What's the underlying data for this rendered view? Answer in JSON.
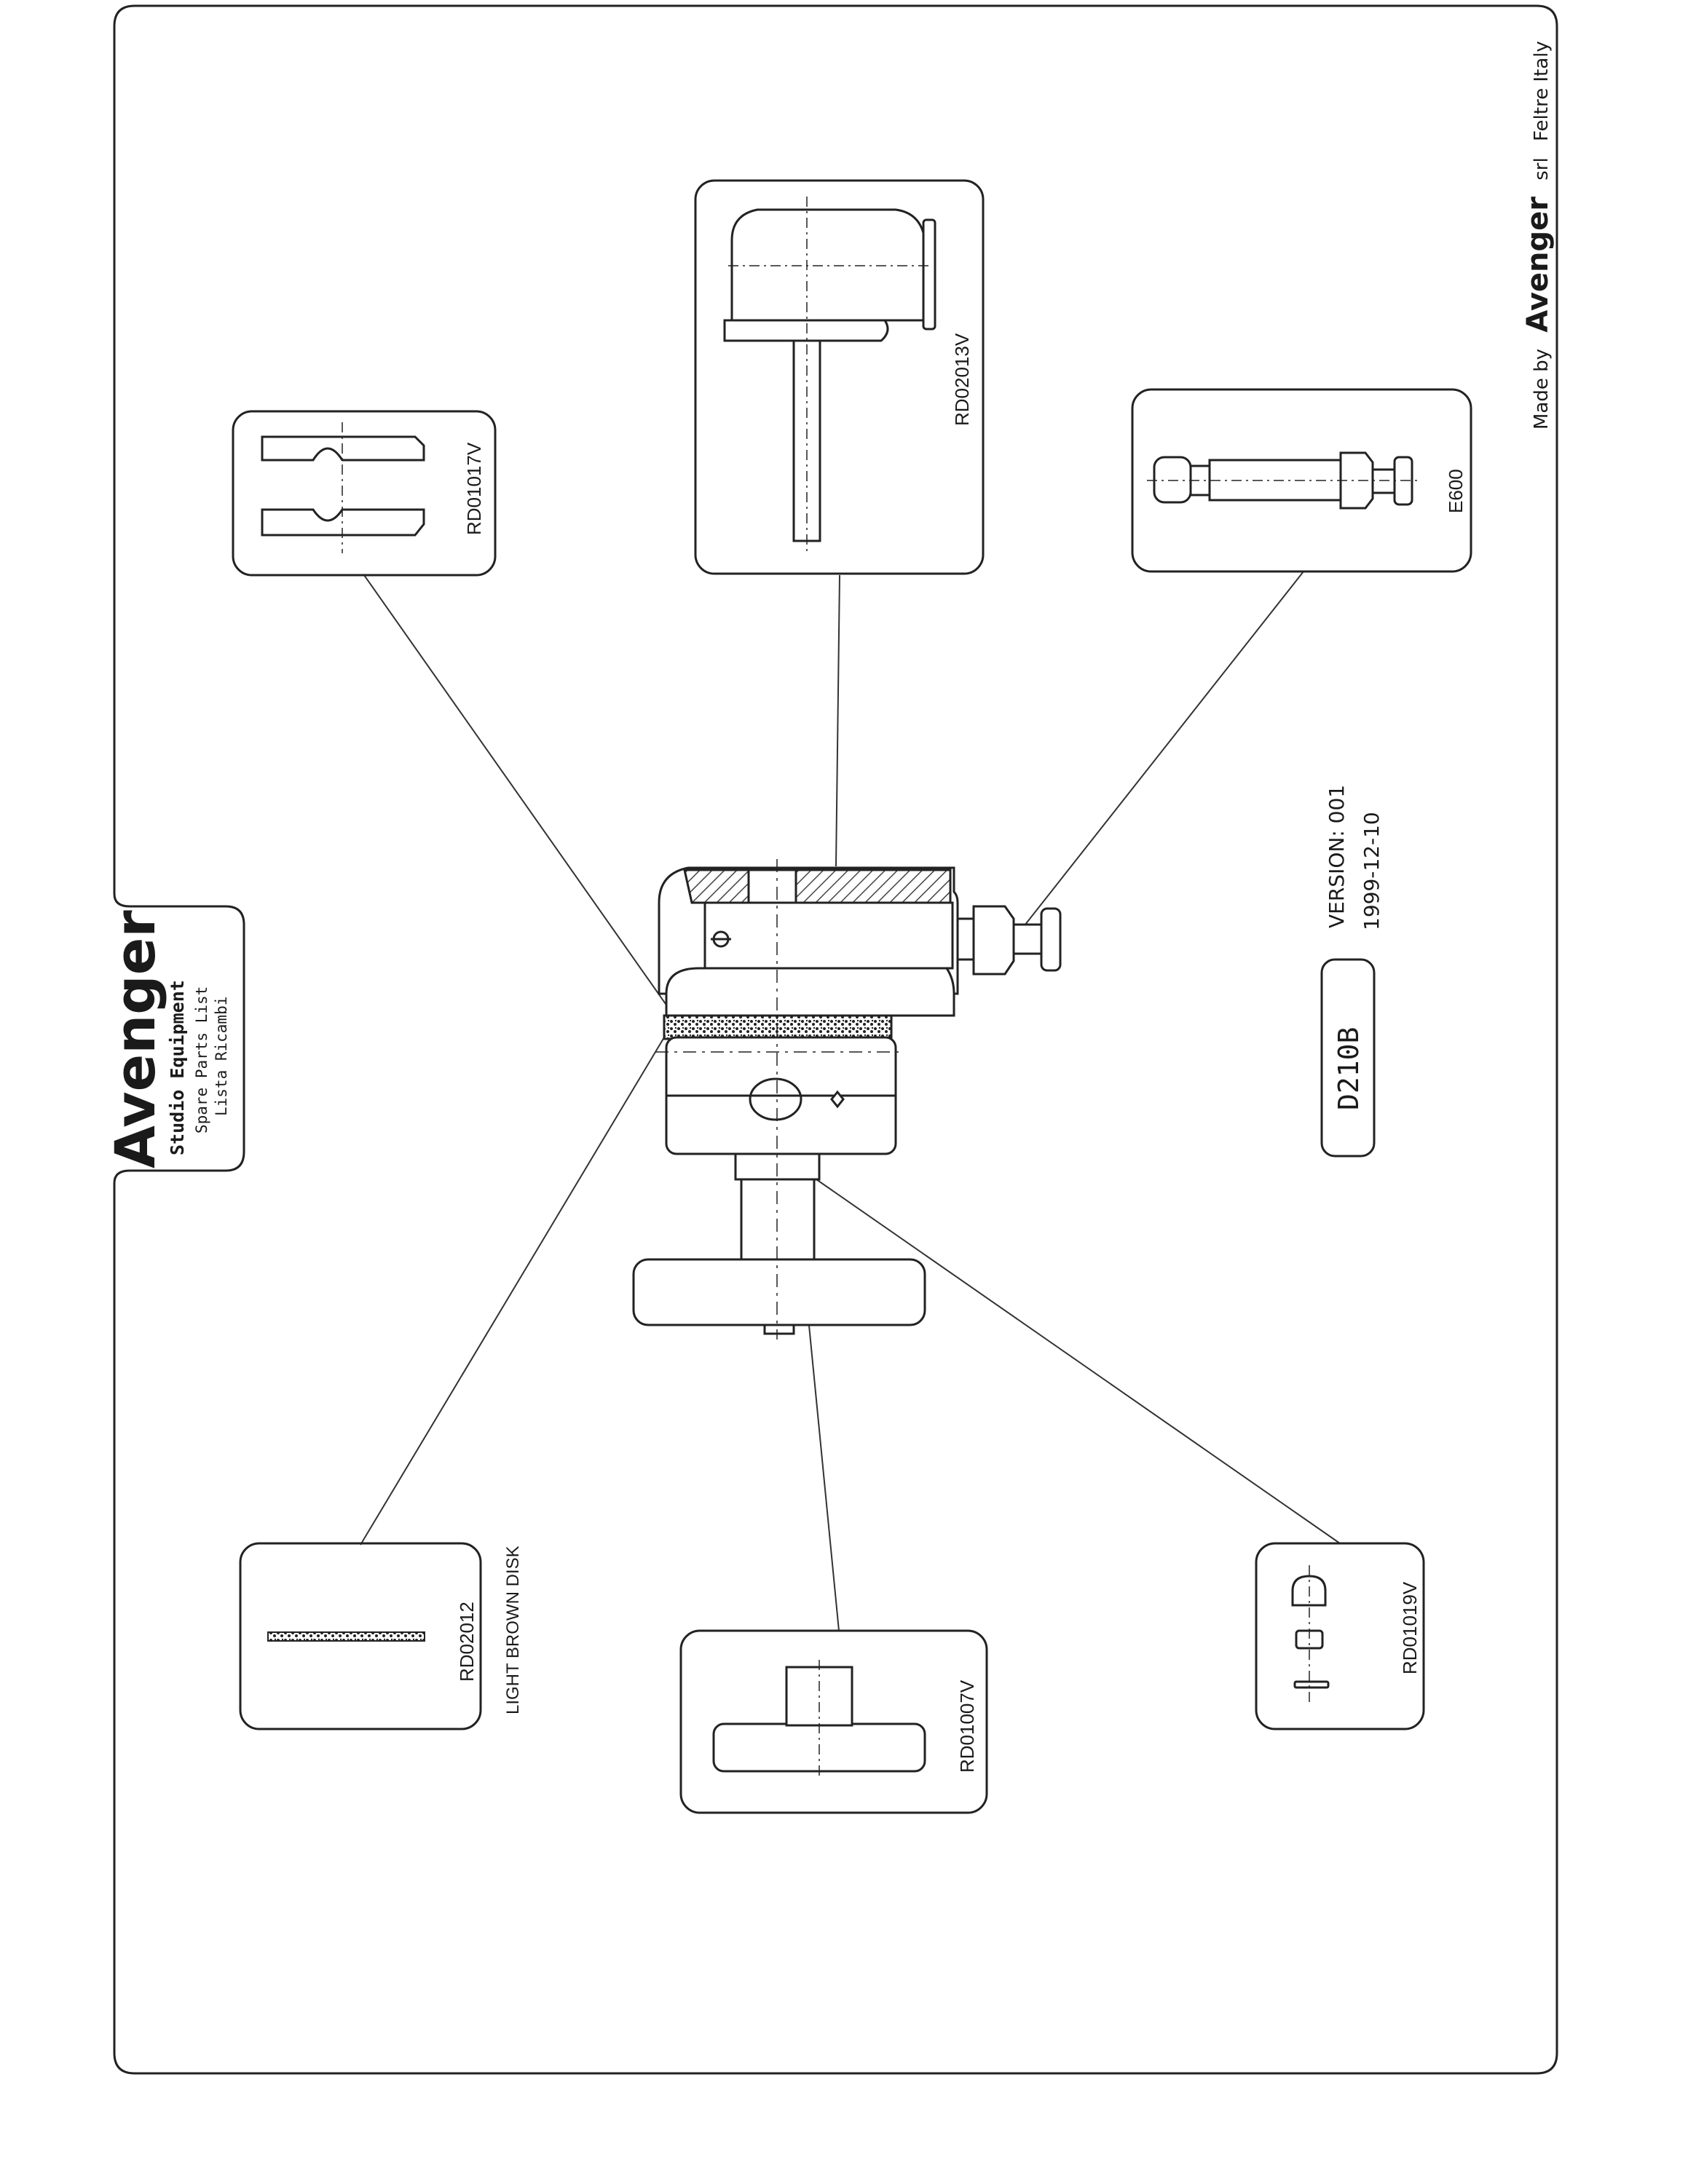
{
  "header": {
    "brand": "Avenger",
    "subtitle": "Studio Equipment",
    "line1": "Spare Parts List",
    "line2": "Lista Ricambi"
  },
  "model": {
    "code": "D210B",
    "version": "VERSION: 001",
    "date": "1999-12-10"
  },
  "footer": {
    "made_by": "Made by",
    "brand": "Avenger",
    "srl": "srl",
    "location": "Feltre Italy"
  },
  "parts": [
    {
      "code": "RD01017V",
      "description": ""
    },
    {
      "code": "RD02013V",
      "description": ""
    },
    {
      "code": "E600",
      "description": ""
    },
    {
      "code": "RD02012",
      "description": "LIGHT BROWN DISK"
    },
    {
      "code": "RD01007V",
      "description": ""
    },
    {
      "code": "RD01019V",
      "description": ""
    }
  ],
  "colors": {
    "ink": "#1a1a1a",
    "paper": "#ffffff",
    "hatch": "#444444"
  }
}
